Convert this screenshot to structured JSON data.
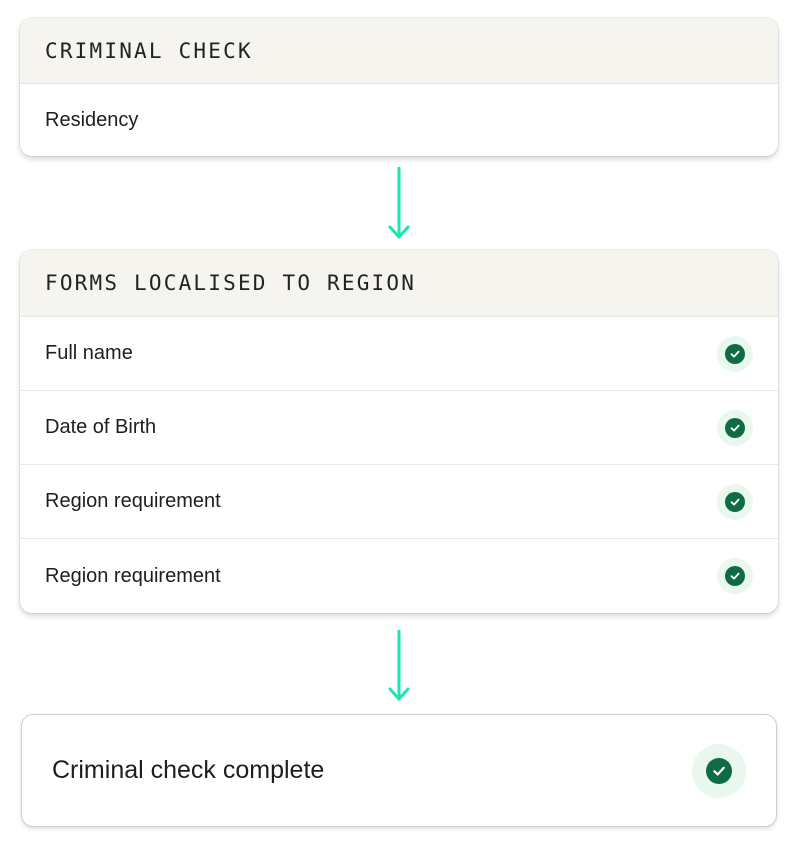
{
  "criminal_check_card": {
    "title": "CRIMINAL CHECK",
    "rows": [
      {
        "label": "Residency"
      }
    ]
  },
  "forms_card": {
    "title": "FORMS LOCALISED TO REGION",
    "rows": [
      {
        "label": "Full name",
        "status": "complete"
      },
      {
        "label": "Date of Birth",
        "status": "complete"
      },
      {
        "label": "Region requirement",
        "status": "complete"
      },
      {
        "label": "Region requirement",
        "status": "complete"
      }
    ]
  },
  "result_card": {
    "label": "Criminal check complete",
    "status": "complete"
  },
  "colors": {
    "arrow": "#1ee3b5",
    "header_bg": "#f6f4ef",
    "check_fill": "#0f6b41",
    "check_halo": "#e8f8ef"
  },
  "icons": {
    "flow_arrow": "arrow-down-icon",
    "status_check": "check-circle-icon"
  }
}
